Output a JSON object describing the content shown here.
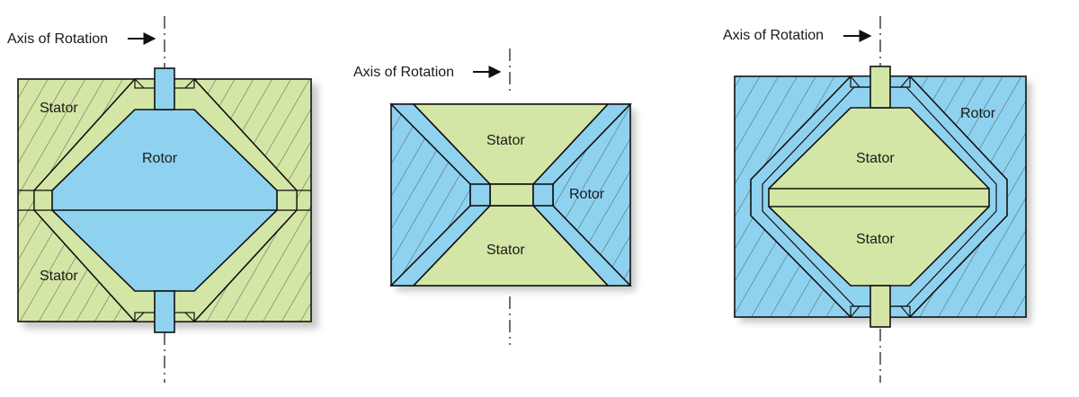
{
  "colors": {
    "green": "#d4e6a5",
    "blue": "#8fd2f0",
    "hatch": "#4b4b4b",
    "outline": "#111111",
    "shadow": "#9a9a9a"
  },
  "diagram_1": {
    "axis_label": "Axis of Rotation",
    "stator_top": "Stator",
    "stator_bottom": "Stator",
    "rotor": "Rotor"
  },
  "diagram_2": {
    "axis_label": "Axis of Rotation",
    "stator_top": "Stator",
    "stator_bottom": "Stator",
    "rotor": "Rotor"
  },
  "diagram_3": {
    "axis_label": "Axis of Rotation",
    "rotor": "Rotor",
    "stator_top": "Stator",
    "stator_bottom": "Stator"
  }
}
